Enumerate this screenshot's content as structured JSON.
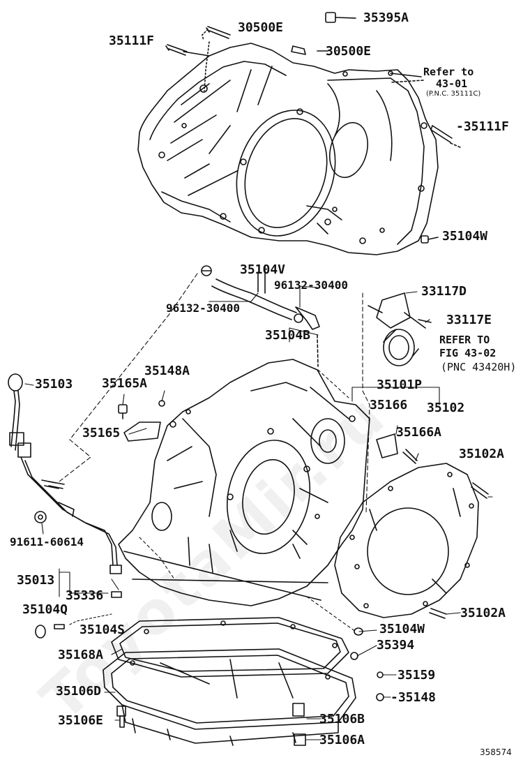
{
  "watermark": "ToyotaMir.ru",
  "diagram_id": "358574",
  "labels": {
    "p30500E_a": "30500E",
    "p35395A": "35395A",
    "p35111F_a": "35111F",
    "p30500E_b": "30500E",
    "ref_4301_line1": "Refer to",
    "ref_4301_line2": "43-01",
    "ref_4301_pnc": "(P.N.C. 35111C)",
    "p35111F_b": "-35111F",
    "p35104W_a": "35104W",
    "p35104V": "35104V",
    "p96132_a": "96132-30400",
    "p96132_b": "96132-30400",
    "p33117D": "33117D",
    "p33117E": "33117E",
    "p35104B": "35104B",
    "ref_4302_line1": "REFER TO",
    "ref_4302_line2": "FIG 43-02",
    "ref_4302_pnc": "(PNC 43420H)",
    "p35148A": "35148A",
    "p35103": "35103",
    "p35165A": "35165A",
    "p35101P": "35101P",
    "p35166": "35166",
    "p35102": "35102",
    "p35165": "35165",
    "p35166A": "35166A",
    "p35102A_a": "35102A",
    "p91611": "91611-60614",
    "p35013": "35013",
    "p35336": "35336",
    "p35104Q": "35104Q",
    "p35104S": "35104S",
    "p35102A_b": "35102A",
    "p35104W_b": "35104W",
    "p35168A": "35168A",
    "p35394": "35394",
    "p35159": "35159",
    "p35106D": "35106D",
    "p35148": "-35148",
    "p35106E": "35106E",
    "p35106B": "35106B",
    "p35106A": "35106A"
  }
}
